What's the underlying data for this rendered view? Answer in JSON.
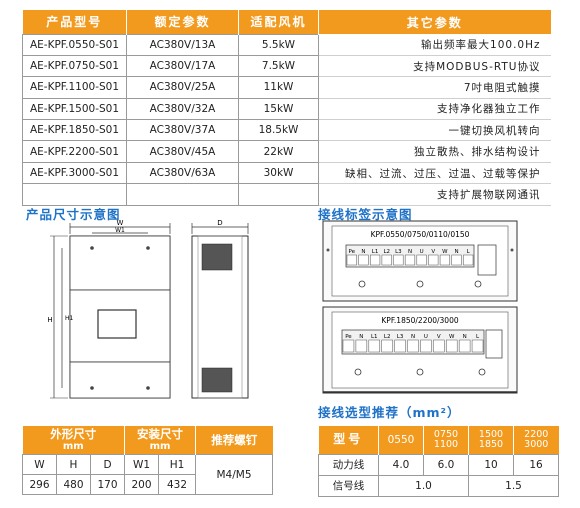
{
  "spec_table": {
    "headers": [
      "产品型号",
      "额定参数",
      "适配风机",
      "其它参数"
    ],
    "rows": [
      {
        "model": "AE-KPF.0550-S01",
        "rating": "AC380V/13A",
        "fan": "5.5kW",
        "other": "输出频率最大100.0Hz"
      },
      {
        "model": "AE-KPF.0750-S01",
        "rating": "AC380V/17A",
        "fan": "7.5kW",
        "other": "支持MODBUS-RTU协议"
      },
      {
        "model": "AE-KPF.1100-S01",
        "rating": "AC380V/25A",
        "fan": "11kW",
        "other": "7吋电阻式触摸"
      },
      {
        "model": "AE-KPF.1500-S01",
        "rating": "AC380V/32A",
        "fan": "15kW",
        "other": "支持净化器独立工作"
      },
      {
        "model": "AE-KPF.1850-S01",
        "rating": "AC380V/37A",
        "fan": "18.5kW",
        "other": "一键切换风机转向"
      },
      {
        "model": "AE-KPF.2200-S01",
        "rating": "AC380V/45A",
        "fan": "22kW",
        "other": "独立散热、排水结构设计"
      },
      {
        "model": "AE-KPF.3000-S01",
        "rating": "AC380V/63A",
        "fan": "30kW",
        "other": "缺相、过流、过压、过温、过载等保护"
      }
    ],
    "extra_other": "支持扩展物联网通讯"
  },
  "dimension_section": {
    "title": "产品尺寸示意图",
    "labels": {
      "w": "W",
      "w1": "W1",
      "h": "H",
      "h1": "H1",
      "d": "D"
    }
  },
  "wiring_section": {
    "title": "接线标签示意图",
    "diagram1_title": "KPF.0550/0750/0110/0150",
    "diagram1_terminals": [
      "Pe",
      "N",
      "L1",
      "L2",
      "L3",
      "N",
      "U",
      "V",
      "W",
      "N",
      "L"
    ],
    "diagram2_title": "KPF.1850/2200/3000",
    "diagram2_terminals": [
      "Pe",
      "N",
      "L1",
      "L2",
      "L3",
      "N",
      "U",
      "V",
      "W",
      "N",
      "L"
    ]
  },
  "wire_select_title": "接线选型推荐（mm²）",
  "dim_table": {
    "group1": "外形尺寸",
    "group2": "安装尺寸",
    "unit": "mm",
    "screw_header": "推荐螺钉",
    "cols": [
      "W",
      "H",
      "D",
      "W1",
      "H1"
    ],
    "values": [
      "296",
      "480",
      "170",
      "200",
      "432"
    ],
    "screw_value": "M4/M5"
  },
  "wire_table": {
    "model_header": "型号",
    "models": [
      {
        "a": "0550",
        "b": ""
      },
      {
        "a": "0750",
        "b": "1100"
      },
      {
        "a": "1500",
        "b": "1850"
      },
      {
        "a": "2200",
        "b": "3000"
      }
    ],
    "power_label": "动力线",
    "power_values": [
      "4.0",
      "6.0",
      "10",
      "16"
    ],
    "signal_label": "信号线",
    "signal_values": [
      "1.0",
      "1.5"
    ]
  }
}
